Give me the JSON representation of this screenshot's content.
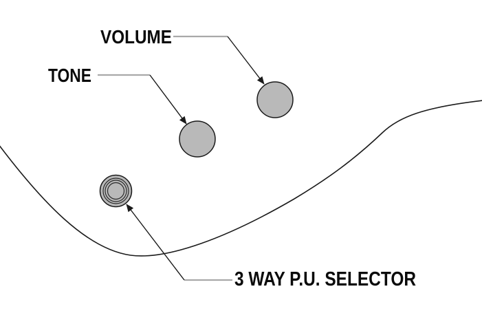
{
  "diagram": {
    "labels": {
      "volume": "VOLUME",
      "tone": "TONE",
      "selector": "3 WAY P.U. SELECTOR"
    },
    "colors": {
      "background": "#ffffff",
      "knob_fill": "#b9b9b9",
      "outline": "#1a1a1a",
      "leader_gray": "#a9a9a9",
      "text": "#0a0a0a"
    }
  }
}
